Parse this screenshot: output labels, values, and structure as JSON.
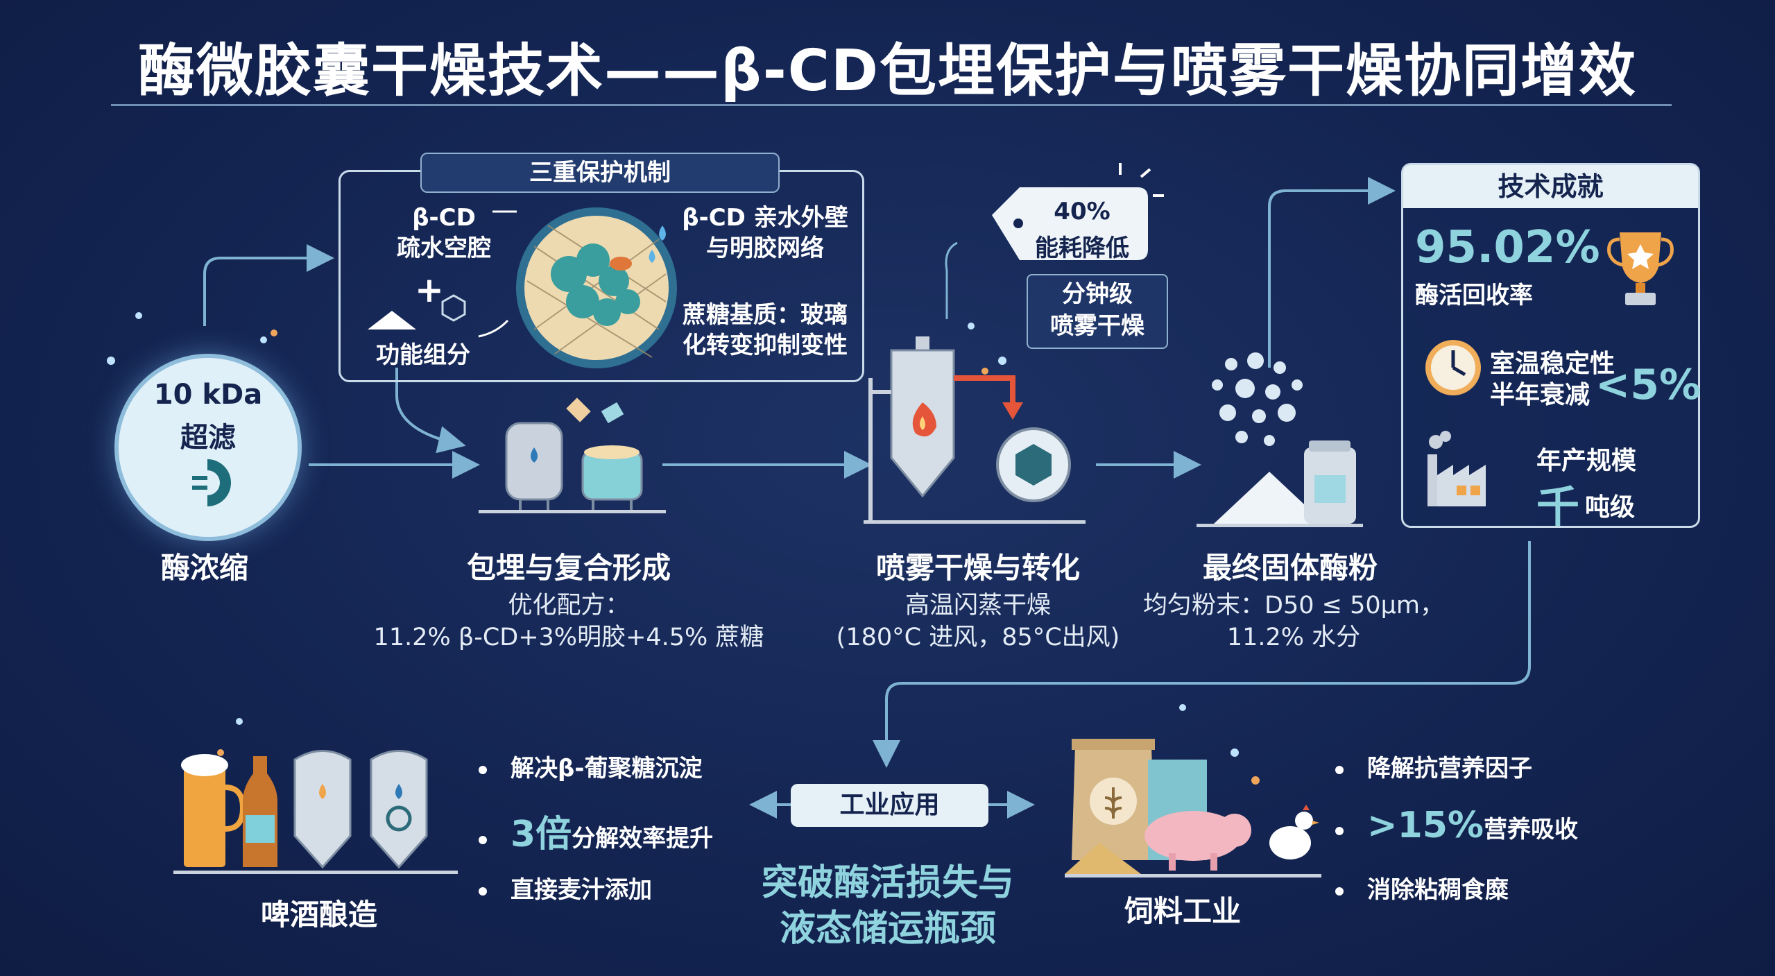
{
  "title": "酶微胶囊干燥技术——β-CD包埋保护与喷雾干燥协同增效",
  "stage1": {
    "badge_line1": "10 kDa",
    "badge_line2": "超滤",
    "label": "酶浓缩"
  },
  "mechanism": {
    "title": "三重保护机制",
    "item1_line1": "β-CD",
    "item1_line2": "疏水空腔",
    "item2_line1": "β-CD 亲水外壁",
    "item2_line2": "与明胶网络",
    "item3_line1": "蔗糖基质：玻璃",
    "item3_line2": "化转变抑制变性",
    "item4": "功能组分"
  },
  "stage2": {
    "label": "包埋与复合形成",
    "sub_line1": "优化配方：",
    "sub_line2": "11.2% β-CD+3%明胶+4.5% 蔗糖"
  },
  "energy": {
    "value": "40%",
    "label": "能耗降低",
    "note_line1": "分钟级",
    "note_line2": "喷雾干燥"
  },
  "stage3": {
    "label": "喷雾干燥与转化",
    "sub_line1": "高温闪蒸干燥",
    "sub_line2": "(180°C 进风，85°C出风)"
  },
  "stage4": {
    "label": "最终固体酶粉",
    "sub_line1": "均匀粉末：D50 ≤ 50μm，",
    "sub_line2": "11.2% 水分"
  },
  "achievements": {
    "title": "技术成就",
    "recovery_value": "95.02%",
    "recovery_label": "酶活回收率",
    "stability_line1": "室温稳定性",
    "stability_line2": "半年衰减",
    "stability_value": "<5%",
    "scale_label": "年产规模",
    "scale_value": "千",
    "scale_unit": "吨级"
  },
  "beer": {
    "label": "啤酒酿造",
    "bullet1": "解决β-葡聚糖沉淀",
    "bullet2_value": "3倍",
    "bullet2_text": "分解效率提升",
    "bullet3": "直接麦汁添加"
  },
  "application": {
    "tag": "工业应用",
    "line1": "突破酶活损失与",
    "line2": "液态储运瓶颈"
  },
  "feed": {
    "label": "饲料工业",
    "bullet1": "降解抗营养因子",
    "bullet2_value": ">15%",
    "bullet2_text": "营养吸收",
    "bullet3": "消除粘稠食糜"
  },
  "colors": {
    "background": "#142553",
    "accent_teal": "#8fd3de",
    "panel_border": "#c9dbe9",
    "arrow": "#7fb3d3",
    "flame": "#e5553a",
    "pig": "#f2b7c0"
  }
}
